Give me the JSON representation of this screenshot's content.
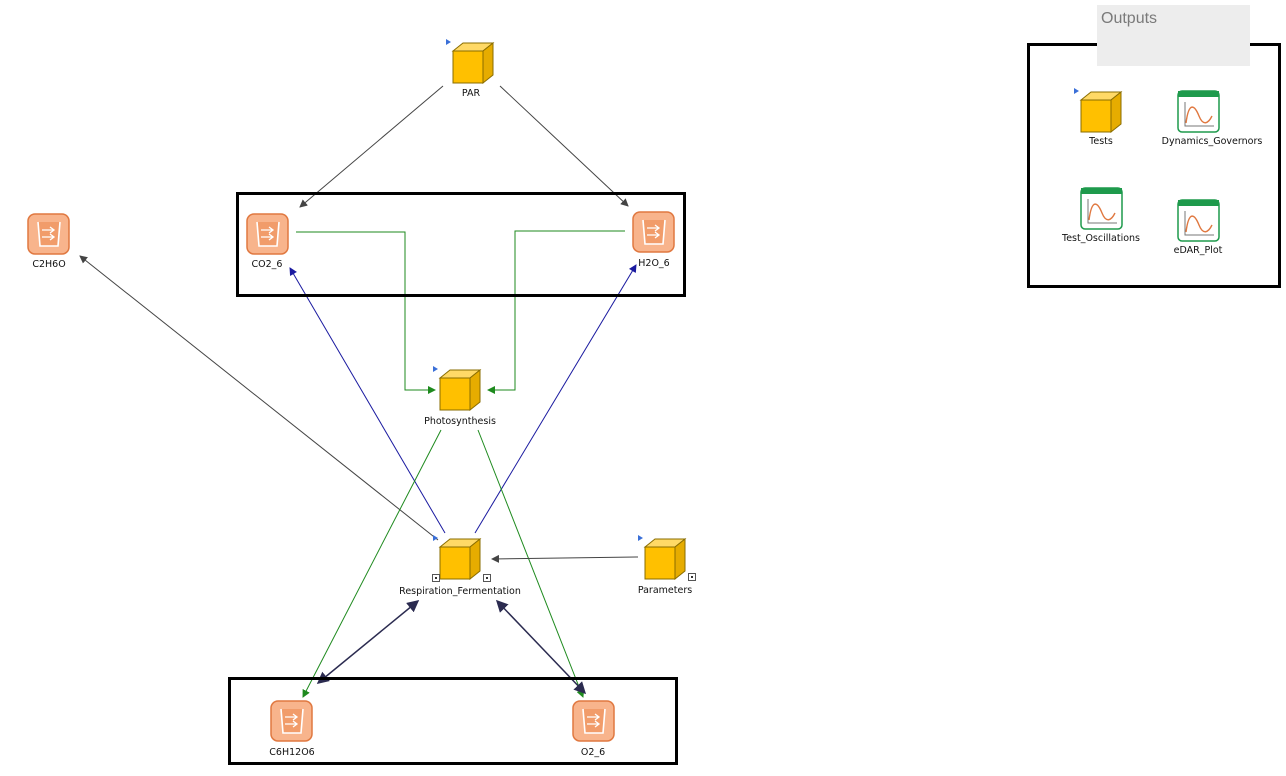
{
  "nodes": {
    "par": "PAR",
    "co2": "CO2_6",
    "h2o": "H2O_6",
    "c2h6o": "C2H6O",
    "photosynthesis": "Photosynthesis",
    "respiration": "Respiration_Fermentation",
    "parameters": "Parameters",
    "c6h12o6": "C6H12O6",
    "o2": "O2_6"
  },
  "outputs": {
    "title": "Outputs",
    "tests": "Tests",
    "dynamics": "Dynamics_Governors",
    "oscillations": "Test_Oscillations",
    "edar": "eDAR_Plot"
  },
  "colors": {
    "module": "#FFC000",
    "stock": "#F8B48C",
    "plot": "#1E9A4C",
    "flow_green": "#1E8A1E",
    "flow_blue": "#1A1AA0",
    "flow_gray": "#4A4A4A"
  }
}
